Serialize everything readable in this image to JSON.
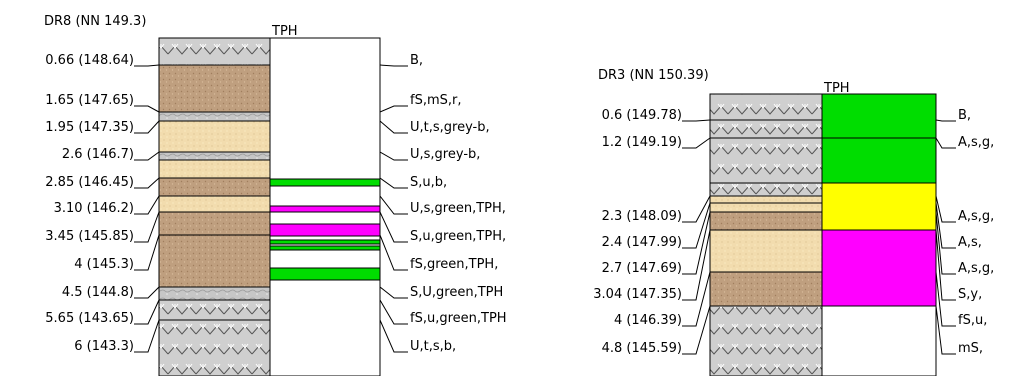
{
  "colors": {
    "border": "#000000",
    "tph_green": "#00dd00",
    "tph_magenta": "#ff00ff",
    "tph_yellow": "#ffff00",
    "tph_empty": "#ffffff",
    "sand_brown": "#c0a080",
    "sand_light": "#f0d8a8",
    "grey_stone": "#c8c8c8",
    "rubble": "#d0d0d0"
  },
  "logs": [
    {
      "id": "dr8",
      "title": "DR8  (NN 149.3)",
      "tph_label": "TPH",
      "layers": [
        {
          "depth_label": "0.66 (148.64)",
          "desc": "B,",
          "pattern": "rubble",
          "tph": "empty"
        },
        {
          "depth_label": "1.65 (147.65)",
          "desc": "fS,mS,r,",
          "pattern": "sand_brown",
          "tph": "empty"
        },
        {
          "depth_label": "1.95 (147.35)",
          "desc": "U,t,s,grey-b,",
          "pattern": "grey_stone",
          "tph": "empty"
        },
        {
          "depth_label": "2.6 (146.7)",
          "desc": "U,s,grey-b,",
          "pattern": "grey_stone",
          "tph": "empty"
        },
        {
          "depth_label": "2.85 (146.45)",
          "desc": "S,u,b,",
          "pattern": "sand_light",
          "tph": "empty"
        },
        {
          "depth_label": "3.10 (146.2)",
          "desc": "U,s,green,TPH,",
          "pattern": "sand_light",
          "tph": "green"
        },
        {
          "depth_label": "3.45 (145.85)",
          "desc": "S,u,green,TPH,",
          "pattern": "sand_brown",
          "tph": "magenta"
        },
        {
          "depth_label": "4 (145.3)",
          "desc": "fS,green,TPH,",
          "pattern": "sand_light",
          "tph": "magenta"
        },
        {
          "depth_label": "4.5 (144.8)",
          "desc": "S,U,green,TPH",
          "pattern": "sand_brown",
          "tph": "green"
        },
        {
          "depth_label": "5.65 (143.65)",
          "desc": "fS,u,green,TPH",
          "pattern": "grey_stone",
          "tph": "green"
        },
        {
          "depth_label": "6 (143.3)",
          "desc": "U,t,s,b,",
          "pattern": "rubble",
          "tph": "empty"
        }
      ]
    },
    {
      "id": "dr3",
      "title": "DR3  (NN 150.39)",
      "tph_label": "TPH",
      "layers": [
        {
          "depth_label": "0.6 (149.78)",
          "desc": "B,",
          "pattern": "rubble",
          "tph": "green"
        },
        {
          "depth_label": "1.2 (149.19)",
          "desc": "A,s,g,",
          "pattern": "rubble",
          "tph": "green"
        },
        {
          "depth_label": "2.3 (148.09)",
          "desc": "A,s,g,",
          "pattern": "rubble",
          "tph": "yellow"
        },
        {
          "depth_label": "2.4 (147.99)",
          "desc": "A,s,",
          "pattern": "rubble",
          "tph": "yellow"
        },
        {
          "depth_label": "2.7 (147.69)",
          "desc": "A,s,g,",
          "pattern": "sand_light",
          "tph": "magenta"
        },
        {
          "depth_label": "3.04 (147.35)",
          "desc": "S,y,",
          "pattern": "sand_brown",
          "tph": "magenta"
        },
        {
          "depth_label": "4 (146.39)",
          "desc": "fS,u,",
          "pattern": "sand_light",
          "tph": "magenta"
        },
        {
          "depth_label": "4.8 (145.59)",
          "desc": "mS,",
          "pattern": "rubble",
          "tph": "empty"
        }
      ]
    }
  ]
}
